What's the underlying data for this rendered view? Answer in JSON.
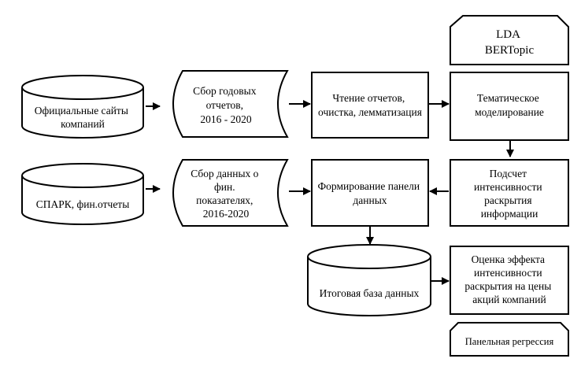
{
  "nodes": {
    "official_sites": {
      "lines": [
        "Официальные сайты",
        "компаний"
      ]
    },
    "collect_reports": {
      "lines": [
        "Сбор годовых",
        "отчетов,",
        "2016 - 2020"
      ]
    },
    "read_reports": {
      "lines": [
        "Чтение отчетов,",
        "очистка, лемматизация"
      ]
    },
    "topic_modeling": {
      "lines": [
        "Тематическое",
        "моделирование"
      ]
    },
    "methods_card": {
      "lines": [
        "LDA",
        "BERTopic"
      ]
    },
    "spark": {
      "lines": [
        "СПАРК, фин.отчеты"
      ]
    },
    "collect_fin": {
      "lines": [
        "Сбор данных о",
        "фин.",
        "показателях,",
        "2016-2020"
      ]
    },
    "panel_form": {
      "lines": [
        "Формирование панели",
        "данных"
      ]
    },
    "disclosure_count": {
      "lines": [
        "Подсчет",
        "интенсивности",
        "раскрытия",
        "информации"
      ]
    },
    "final_db": {
      "lines": [
        "Итоговая база данных"
      ]
    },
    "effect_eval": {
      "lines": [
        "Оценка эффекта",
        "интенсивности",
        "раскрытия на цены",
        "акций компаний"
      ]
    },
    "panel_regression": {
      "lines": [
        "Панельная регрессия"
      ]
    }
  }
}
